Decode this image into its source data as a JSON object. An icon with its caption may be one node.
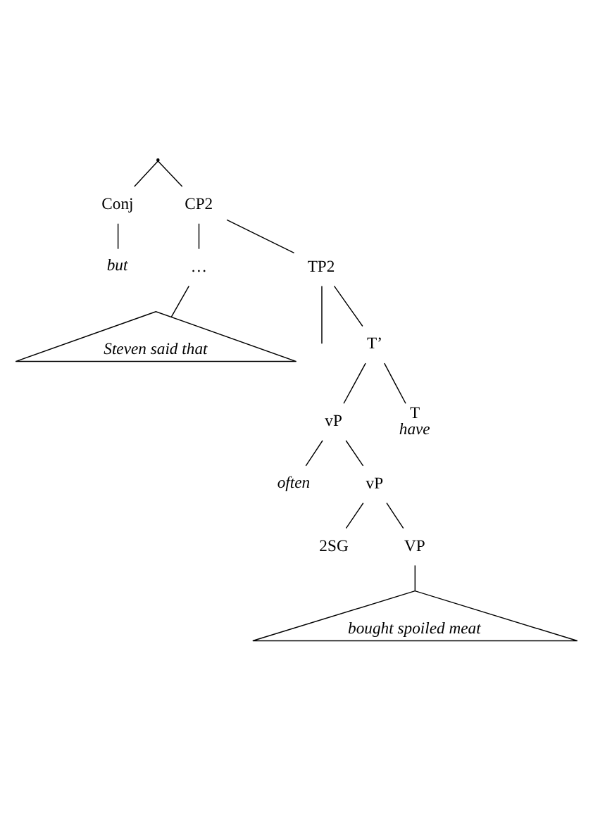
{
  "diagram": {
    "nodes": [
      {
        "text": [],
        "shape": "point"
      },
      {
        "text": [
          "Conj"
        ]
      },
      {
        "text": [
          "CP2"
        ]
      },
      {
        "text": [
          "but"
        ]
      },
      {
        "text": [
          "…"
        ]
      },
      {
        "text": [
          "Steven said that"
        ]
      },
      {
        "text": [
          "TP2"
        ]
      },
      {
        "text": [
          "T’"
        ]
      },
      {
        "text": [
          "vP"
        ]
      },
      {
        "text": [
          "T",
          "have"
        ]
      },
      {
        "text": [
          "often"
        ]
      },
      {
        "text": [
          "vP"
        ]
      },
      {
        "text": [
          "2SG"
        ]
      },
      {
        "text": [
          "VP"
        ]
      },
      {
        "text": [
          "bought spoiled meat"
        ]
      }
    ],
    "edges": [
      {
        "from": 0,
        "to": 1,
        "arrow": "none"
      },
      {
        "from": 0,
        "to": 2,
        "arrow": "none"
      },
      {
        "from": 1,
        "to": 3,
        "arrow": "none"
      },
      {
        "from": 2,
        "to": 4,
        "arrow": "none"
      },
      {
        "from": 2,
        "to": 6,
        "arrow": "none"
      },
      {
        "from": 4,
        "to": 5,
        "arrow": "none"
      },
      {
        "from": 6,
        "to": null,
        "arrow": "none"
      },
      {
        "from": 6,
        "to": 7,
        "arrow": "none"
      },
      {
        "from": 7,
        "to": 8,
        "arrow": "none"
      },
      {
        "from": 7,
        "to": 9,
        "arrow": "none"
      },
      {
        "from": 8,
        "to": 10,
        "arrow": "none"
      },
      {
        "from": 8,
        "to": 11,
        "arrow": "none"
      },
      {
        "from": 11,
        "to": 12,
        "arrow": "none"
      },
      {
        "from": 11,
        "to": 13,
        "arrow": "none"
      },
      {
        "from": 13,
        "to": 14,
        "arrow": "none"
      }
    ]
  }
}
